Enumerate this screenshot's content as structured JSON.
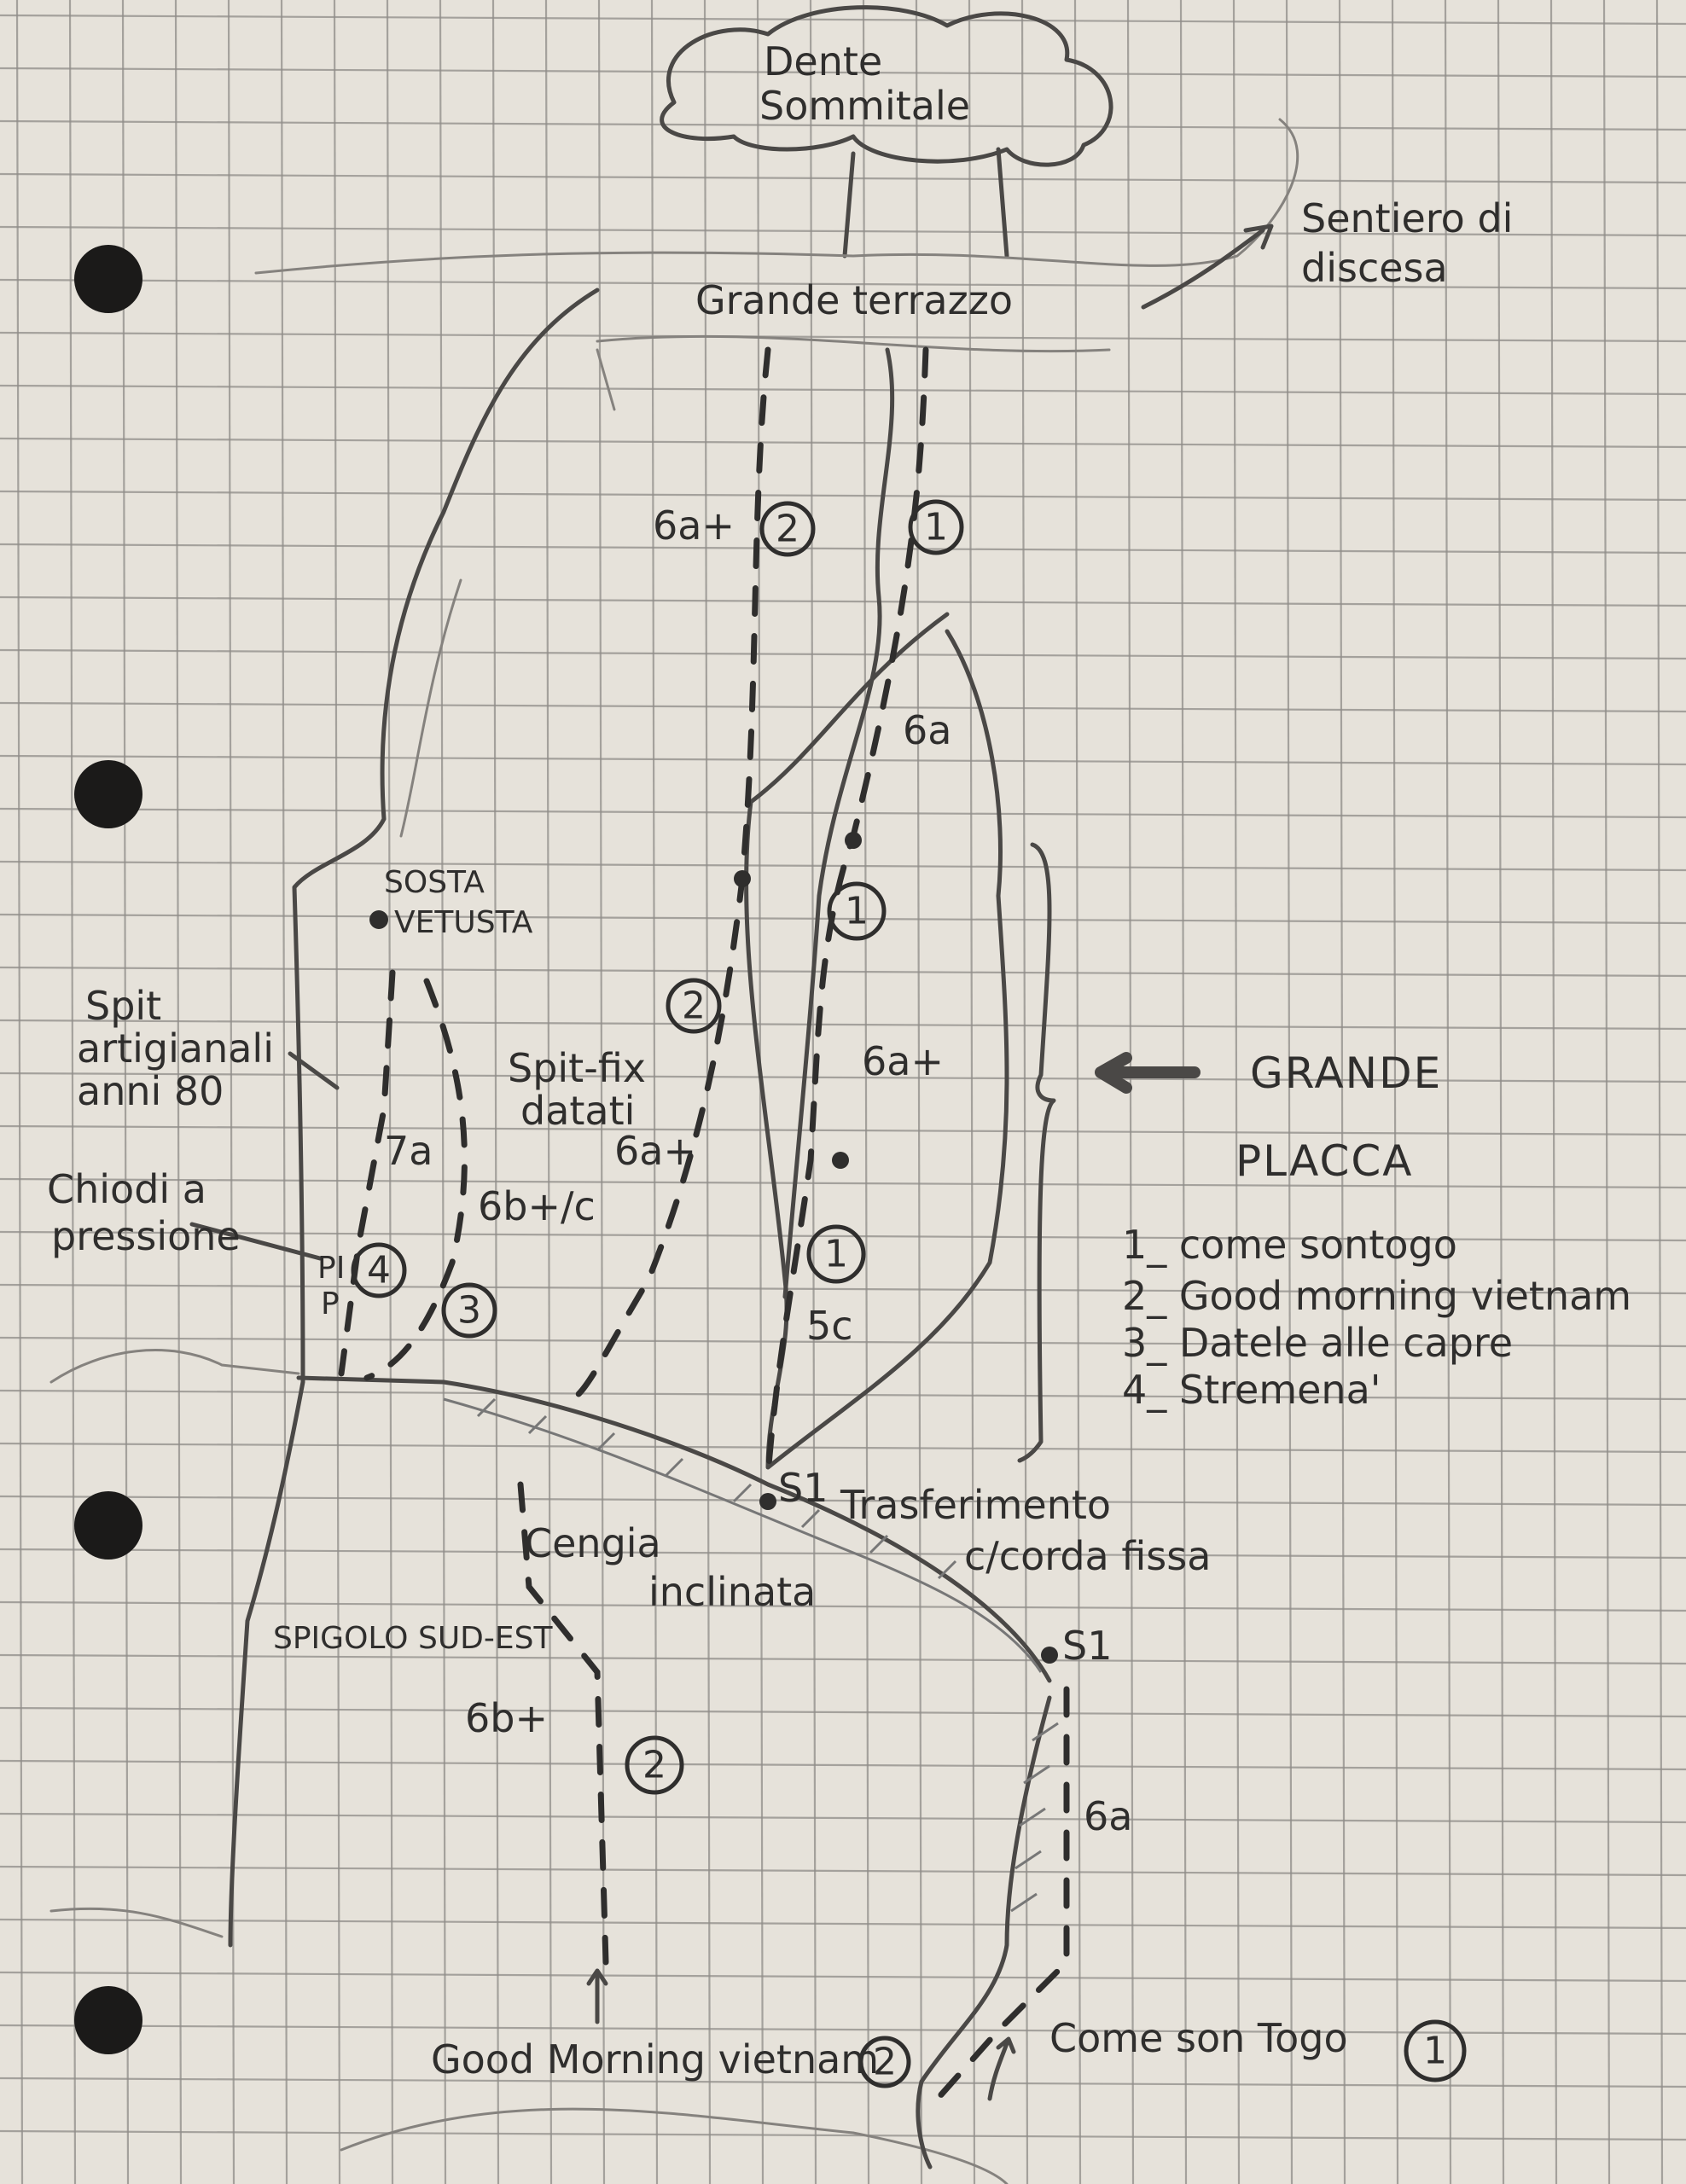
{
  "topo": {
    "summit": {
      "line1": "Dente",
      "line2": "Sommitale"
    },
    "descent": {
      "line1": "Sentiero di",
      "line2": "discesa"
    },
    "terrace": "Grande terrazzo",
    "labels": {
      "grade_6a_plus_top": "6a+",
      "route2_top": "2",
      "route1_top": "1",
      "grade_6a_mid": "6a",
      "sosta1": "SOSTA",
      "sosta2": "VETUSTA",
      "route1_mid": "1",
      "route2_mid": "2",
      "grade_6a_plus_r1": "6a+",
      "spit_art1": "Spit",
      "spit_art2": "artigianali",
      "spit_art3": "anni 80",
      "spit_fix1": "Spit-fix",
      "spit_fix2": "datati",
      "grade_7a": "7a",
      "grade_6a_plus_r2": "6a+",
      "grade_6b_plus_c": "6b+/c",
      "chiodi1": "Chiodi a",
      "chiodi2": "pressione",
      "pi": "PI",
      "p": "P",
      "route4": "4",
      "route3": "3",
      "route1_low": "1",
      "grade_5c": "5c",
      "s1_left": "S1",
      "transfer1": "Trasferimento",
      "transfer2": "c/corda fissa",
      "cengia1": "Cengia",
      "cengia2": "inclinata",
      "spigolo": "SPIGOLO SUD-EST",
      "s1_right": "S1",
      "grade_6b_plus": "6b+",
      "route2_low": "2",
      "grade_6a_low": "6a",
      "start_gmv": "Good Morning vietnam",
      "start_gmv_num": "2",
      "start_cst": "Come son Togo",
      "start_cst_num": "1"
    },
    "placca": {
      "line1": "GRANDE",
      "line2": "PLACCA"
    },
    "legend": [
      "1_ come sontogo",
      "2_ Good morning vietnam",
      "3_ Datele alle capre",
      "4_ Stremena'"
    ]
  },
  "colors": {
    "paper": "#e6e2da",
    "pencil": "#2f2e2d",
    "grid": "#8f8c88"
  }
}
